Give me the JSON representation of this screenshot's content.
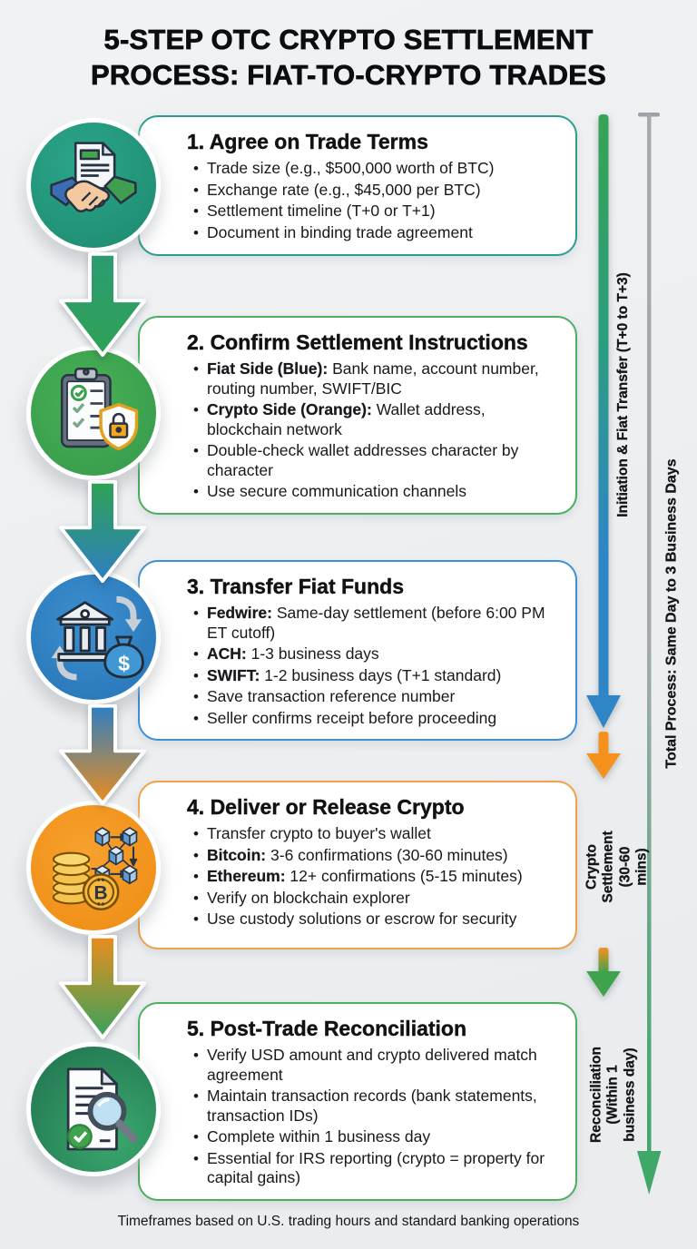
{
  "title": {
    "line1": "5-STEP OTC CRYPTO SETTLEMENT",
    "line2": "PROCESS: FIAT-TO-CRYPTO TRADES"
  },
  "steps": [
    {
      "title": "1. Agree on Trade Terms",
      "icon": "handshake-document-icon",
      "accent": "#2a9d8f",
      "circle_colors": [
        "#2ba58a",
        "#1d8a6e"
      ],
      "bullets": [
        {
          "bold": "",
          "text": "Trade size (e.g., $500,000 worth of BTC)"
        },
        {
          "bold": "",
          "text": "Exchange rate (e.g., $45,000 per BTC)"
        },
        {
          "bold": "",
          "text": "Settlement timeline (T+0 or T+1)"
        },
        {
          "bold": "",
          "text": "Document in binding trade agreement"
        }
      ]
    },
    {
      "title": "2. Confirm Settlement Instructions",
      "icon": "clipboard-shield-icon",
      "accent": "#4cae5e",
      "circle_colors": [
        "#49b257",
        "#35984a"
      ],
      "bullets": [
        {
          "bold": "Fiat Side (Blue):",
          "text": " Bank name, account number, routing number, SWIFT/BIC"
        },
        {
          "bold": "Crypto Side (Orange):",
          "text": " Wallet address, blockchain network"
        },
        {
          "bold": "",
          "text": "Double-check wallet addresses character by character"
        },
        {
          "bold": "",
          "text": "Use secure communication channels"
        }
      ]
    },
    {
      "title": "3. Transfer Fiat Funds",
      "icon": "bank-transfer-icon",
      "accent": "#3f8fd2",
      "circle_colors": [
        "#3c8fd0",
        "#2674b5"
      ],
      "bullets": [
        {
          "bold": "Fedwire:",
          "text": " Same-day settlement (before 6:00 PM ET cutoff)"
        },
        {
          "bold": "ACH:",
          "text": " 1-3 business days"
        },
        {
          "bold": "SWIFT:",
          "text": " 1-2 business days (T+1 standard)"
        },
        {
          "bold": "",
          "text": "Save transaction reference number"
        },
        {
          "bold": "",
          "text": "Seller confirms receipt before proceeding"
        }
      ]
    },
    {
      "title": "4. Deliver or Release Crypto",
      "icon": "blockchain-coins-icon",
      "accent": "#f0a24a",
      "circle_colors": [
        "#f7a12e",
        "#ee8b12"
      ],
      "bullets": [
        {
          "bold": "",
          "text": "Transfer crypto to buyer's wallet"
        },
        {
          "bold": "Bitcoin:",
          "text": " 3-6 confirmations (30-60 minutes)"
        },
        {
          "bold": "Ethereum:",
          "text": " 12+ confirmations (5-15 minutes)"
        },
        {
          "bold": "",
          "text": "Verify on blockchain explorer"
        },
        {
          "bold": "",
          "text": "Use custody solutions or escrow for security"
        }
      ]
    },
    {
      "title": "5. Post-Trade Reconciliation",
      "icon": "document-magnifier-icon",
      "accent": "#4cae5e",
      "circle_colors": [
        "#3aa86d",
        "#20704e"
      ],
      "bullets": [
        {
          "bold": "",
          "text": "Verify USD amount and crypto delivered match agreement"
        },
        {
          "bold": "",
          "text": "Maintain transaction records (bank statements, transaction IDs)"
        },
        {
          "bold": "",
          "text": "Complete within 1 business day"
        },
        {
          "bold": "",
          "text": "Essential for IRS reporting (crypto = property for capital gains)"
        }
      ]
    }
  ],
  "connectors": [
    {
      "from": "#2d9a74",
      "to": "#2ea254"
    },
    {
      "from": "#2ea254",
      "to": "#2e7fc2"
    },
    {
      "from": "#2e7fc2",
      "to": "#ea8d1e"
    },
    {
      "from": "#ea8d1e",
      "to": "#36a35c"
    }
  ],
  "timeline": {
    "segments": [
      {
        "label": "Initiation & Fiat Transfer (T+0 to T+3)",
        "colors": [
          "#36a452",
          "#2f86c6"
        ]
      },
      {
        "label": "Crypto Settlement\n(30-60 mins)",
        "colors": [
          "#f5921e",
          "#f5921e"
        ]
      },
      {
        "label": "Reconciliation\n(Within 1 business day)",
        "colors": [
          "#f5921e",
          "#3fa34d"
        ]
      }
    ],
    "total": {
      "label": "Total Process: Same Day to 3 Business Days",
      "colors": [
        "#a6aaaf",
        "#3fa768"
      ]
    }
  },
  "footer": "Timeframes based on U.S. trading hours and standard banking operations"
}
